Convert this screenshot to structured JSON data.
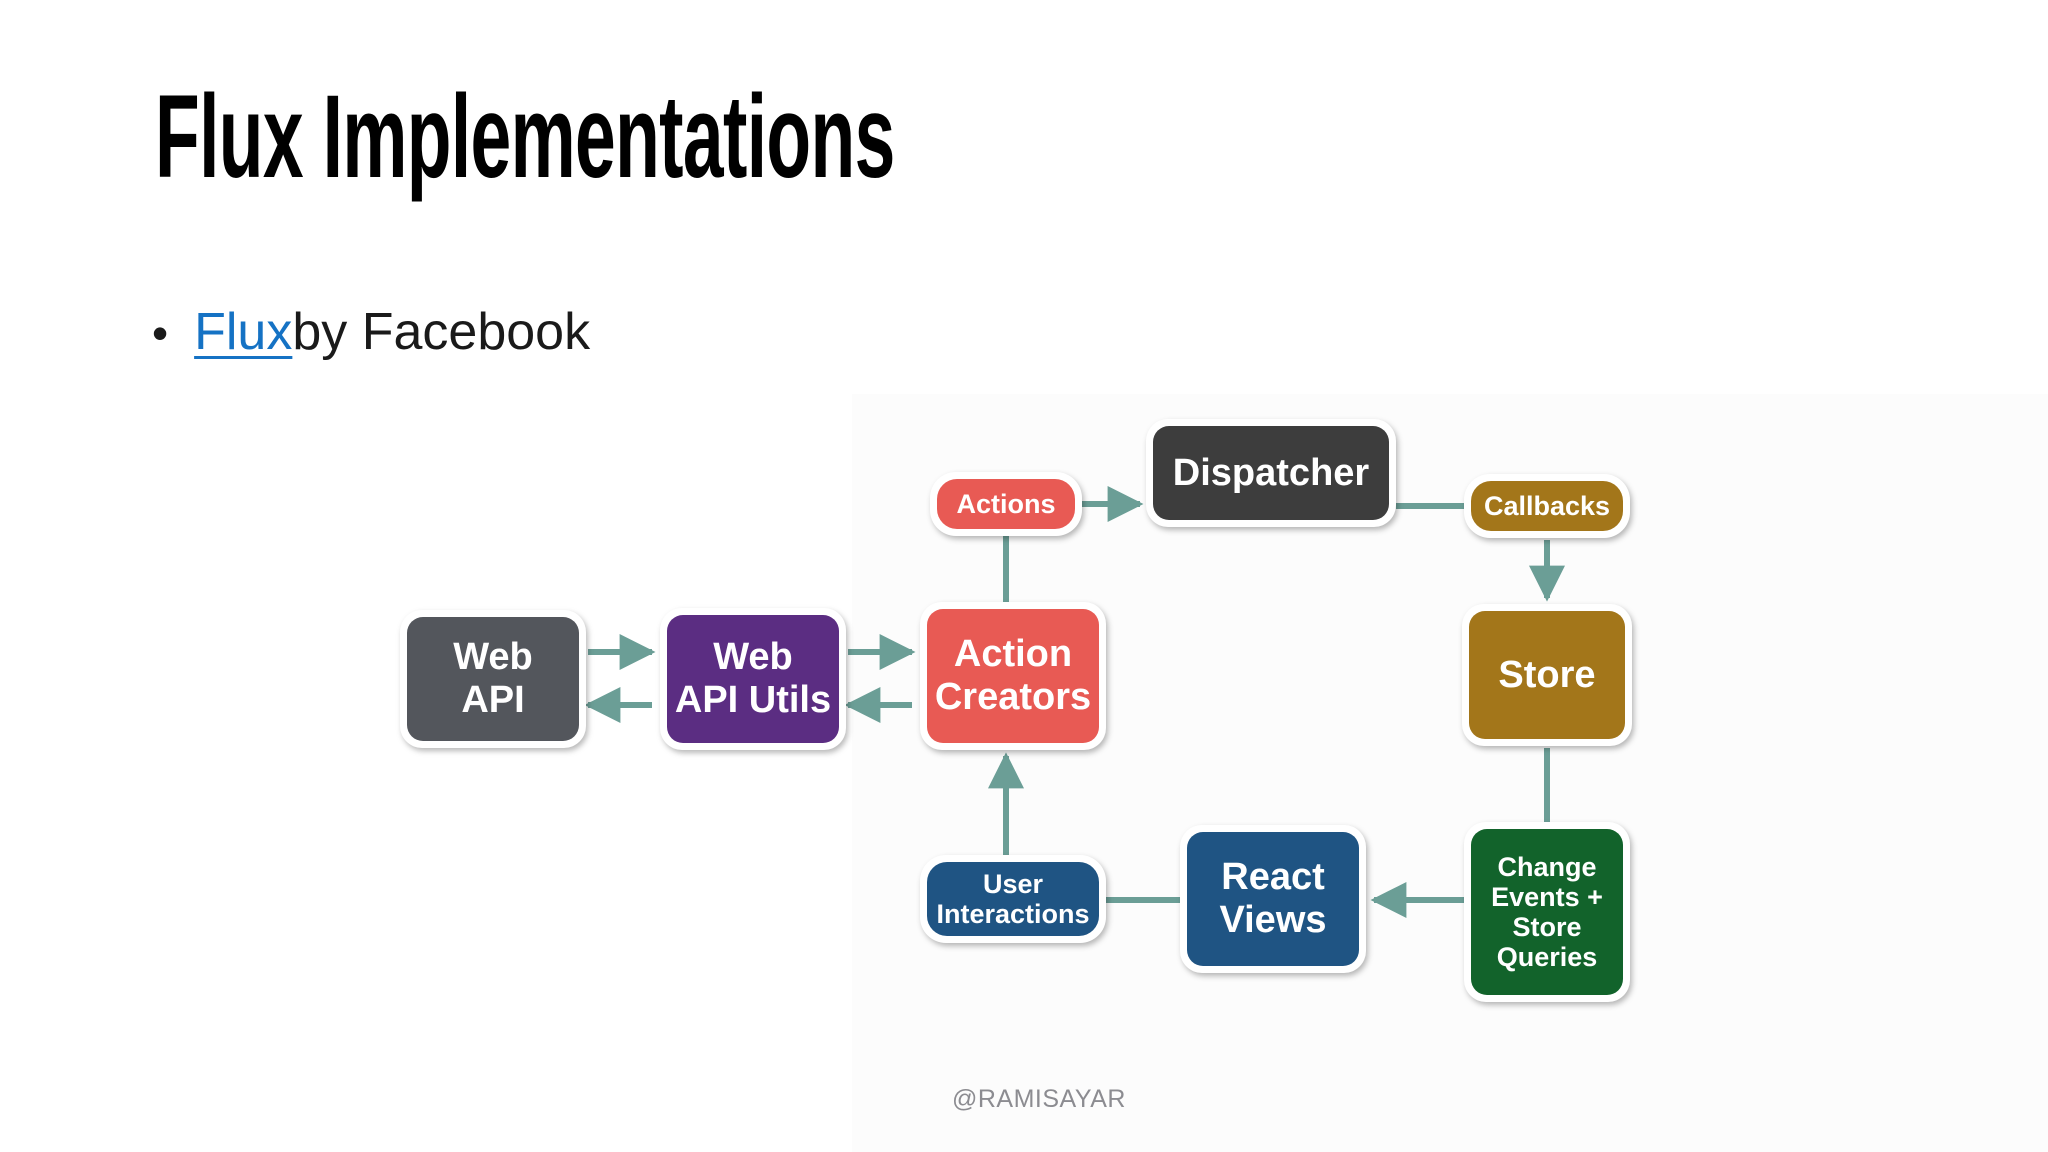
{
  "slide": {
    "title": "Flux Implementations",
    "watermark": "@RAMISAYAR",
    "background_color": "#ffffff"
  },
  "bullet": {
    "marker": "•",
    "link_text": "Flux ",
    "rest_text": "by Facebook",
    "link_color": "#1572c4"
  },
  "diagram": {
    "name": "flux-architecture-diagram",
    "arrow_color": "#6b9e96",
    "nodes": [
      {
        "id": "actions",
        "label_lines": [
          "Actions"
        ],
        "color": "#e85a54"
      },
      {
        "id": "dispatcher",
        "label_lines": [
          "Dispatcher"
        ],
        "color": "#3d3d3d"
      },
      {
        "id": "callbacks",
        "label_lines": [
          "Callbacks"
        ],
        "color": "#a3761a"
      },
      {
        "id": "store",
        "label_lines": [
          "Store"
        ],
        "color": "#a3761a"
      },
      {
        "id": "web-api",
        "label_lines": [
          "Web",
          "API"
        ],
        "color": "#53565c"
      },
      {
        "id": "web-api-utils",
        "label_lines": [
          "Web",
          "API Utils"
        ],
        "color": "#5b2d82"
      },
      {
        "id": "action-creators",
        "label_lines": [
          "Action",
          "Creators"
        ],
        "color": "#e85a54"
      },
      {
        "id": "user-interactions",
        "label_lines": [
          "User",
          "Interactions"
        ],
        "color": "#1f5483"
      },
      {
        "id": "react-views",
        "label_lines": [
          "React",
          "Views"
        ],
        "color": "#1f5483"
      },
      {
        "id": "change-events",
        "label_lines": [
          "Change",
          "Events +",
          "Store",
          "Queries"
        ],
        "color": "#12632b"
      }
    ],
    "edges": [
      {
        "from": "actions",
        "to": "dispatcher",
        "arrow": true
      },
      {
        "from": "dispatcher",
        "to": "callbacks",
        "arrow": false
      },
      {
        "from": "callbacks",
        "to": "store",
        "arrow": true
      },
      {
        "from": "actions",
        "to": "action-creators",
        "arrow": false
      },
      {
        "from": "web-api",
        "to": "web-api-utils",
        "arrow": true
      },
      {
        "from": "web-api-utils",
        "to": "web-api",
        "arrow": true
      },
      {
        "from": "web-api-utils",
        "to": "action-creators",
        "arrow": true
      },
      {
        "from": "action-creators",
        "to": "web-api-utils",
        "arrow": true
      },
      {
        "from": "user-interactions",
        "to": "action-creators",
        "arrow": true
      },
      {
        "from": "user-interactions",
        "to": "react-views",
        "arrow": false
      },
      {
        "from": "store",
        "to": "change-events",
        "arrow": false
      },
      {
        "from": "change-events",
        "to": "react-views",
        "arrow": true
      }
    ]
  }
}
